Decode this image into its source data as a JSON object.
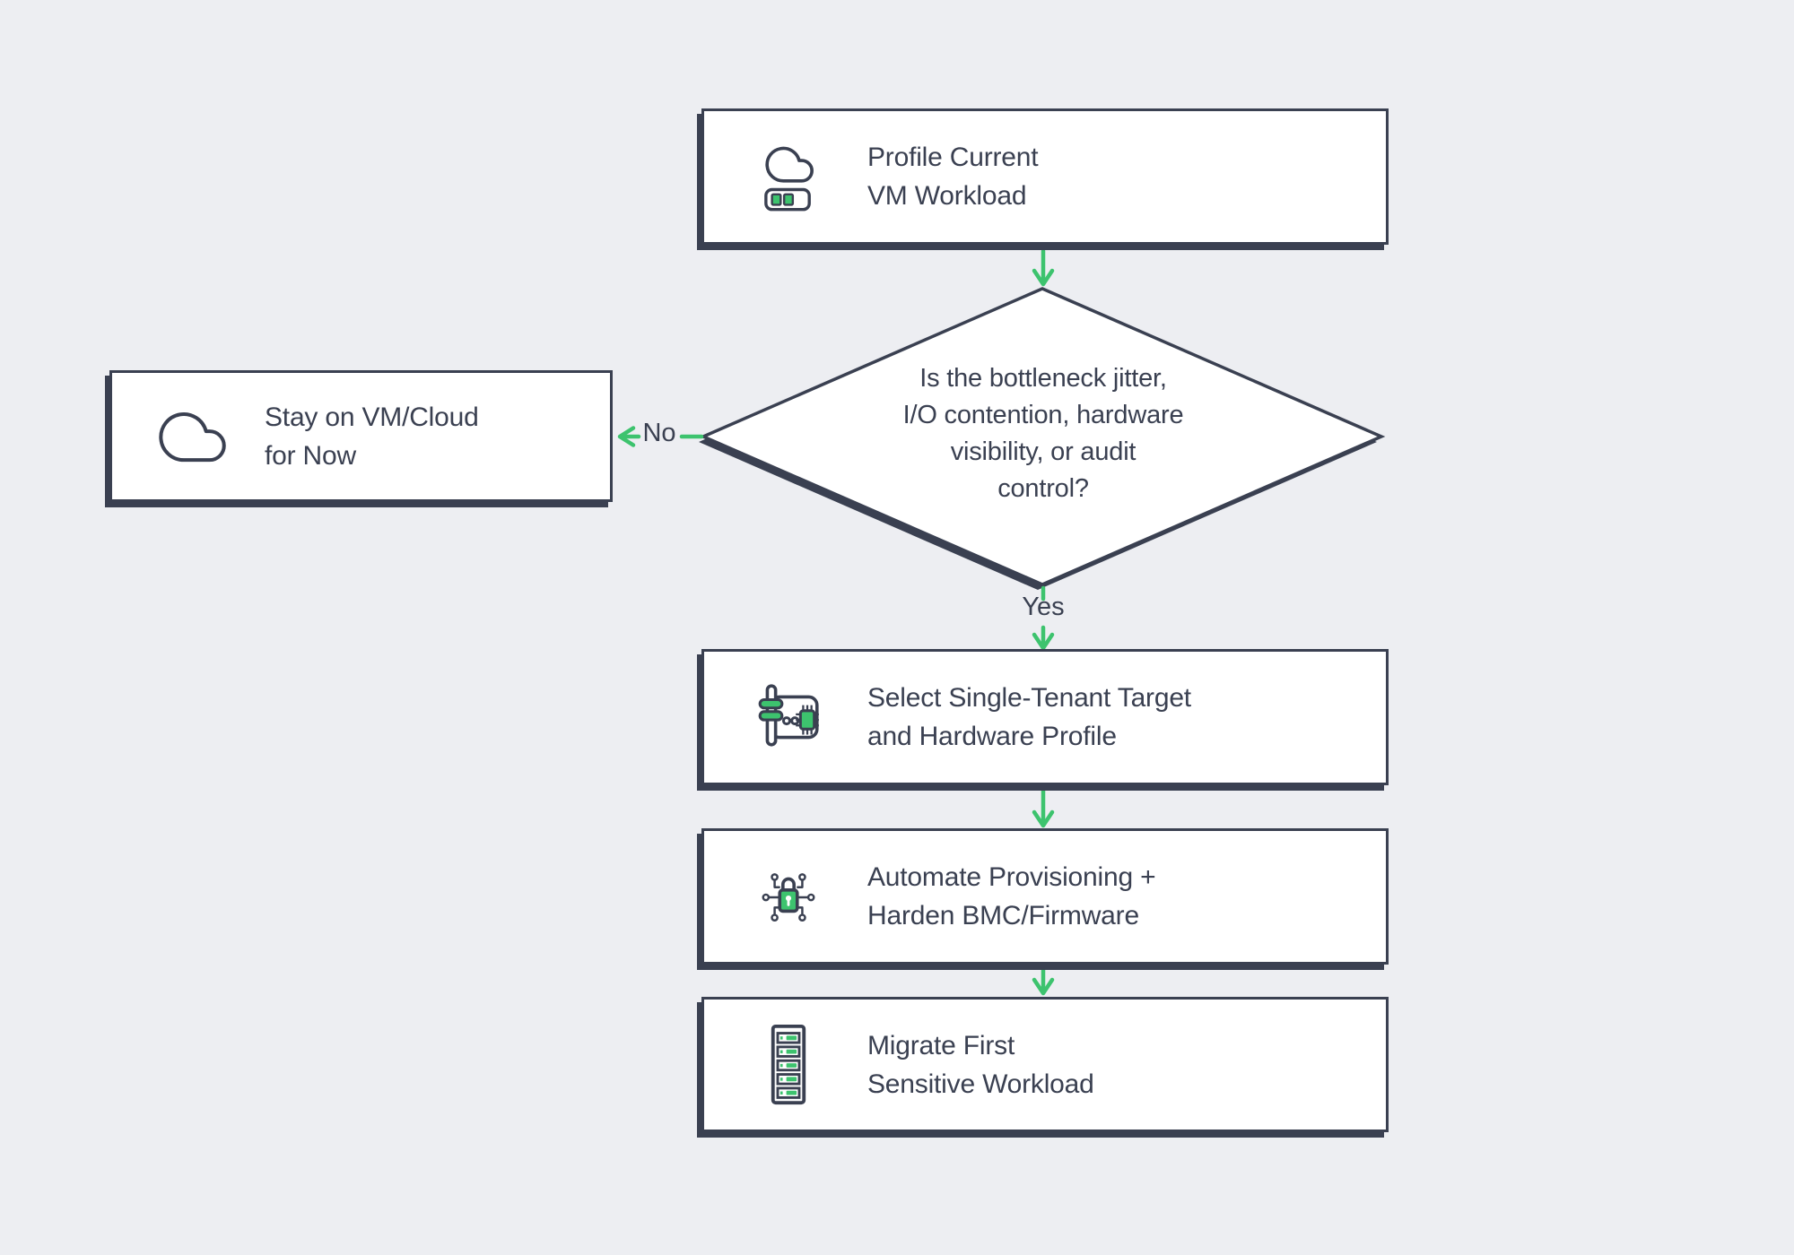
{
  "title": "VM workload migration decision flowchart",
  "colors": {
    "background": "#edeef2",
    "ink": "#3a4051",
    "accent_green": "#3dc36e",
    "node_fill": "#ffffff"
  },
  "nodes": {
    "profile": {
      "lines": [
        "Profile Current",
        "VM Workload"
      ],
      "icon": "cloud-server"
    },
    "decision": {
      "lines": [
        "Is the bottleneck jitter,",
        "I/O contention, hardware",
        "visibility, or audit",
        "control?"
      ]
    },
    "stay": {
      "lines": [
        "Stay on VM/Cloud",
        "for Now"
      ],
      "icon": "cloud"
    },
    "select": {
      "lines": [
        "Select Single-Tenant Target",
        "and Hardware Profile"
      ],
      "icon": "hardware-card"
    },
    "automate": {
      "lines": [
        "Automate Provisioning +",
        "Harden BMC/Firmware"
      ],
      "icon": "secure-lock"
    },
    "migrate": {
      "lines": [
        "Migrate First",
        "Sensitive Workload"
      ],
      "icon": "server-rack"
    }
  },
  "edges": {
    "no_label": "No",
    "yes_label": "Yes"
  }
}
